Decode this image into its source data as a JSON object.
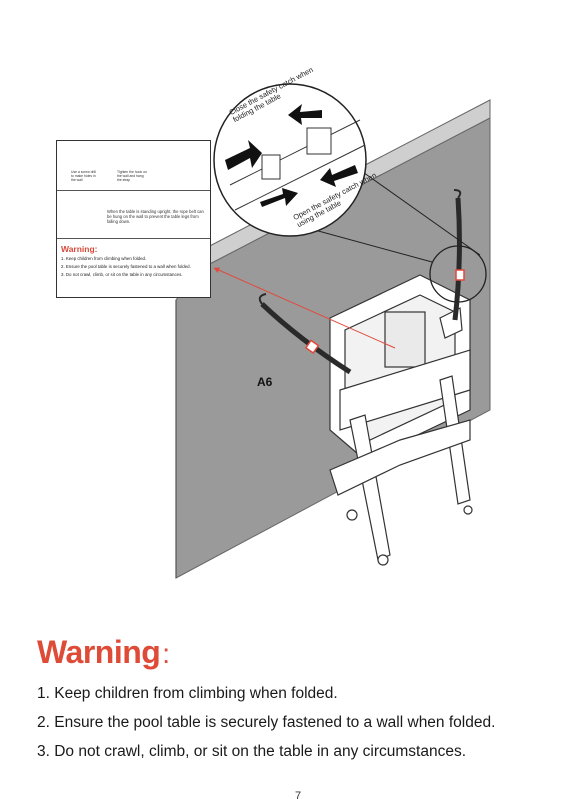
{
  "illustration": {
    "part_label": "A6",
    "callout_top": "Close the safety catch when folding the table",
    "callout_bottom": "Open the safety catch when using the table",
    "label_box": {
      "caption_drill": "Use a screw drill to make holes in the wall",
      "caption_hook": "Tighten the hook on the wall and hang the strap",
      "row2_text": "When the table is standing upright, the rope belt can be hung on the wall to prevent the table legs from falling down.",
      "warning_title": "Warning:",
      "warning_items": [
        "1. Keep children from climbing when folded.",
        "2. Ensure the pool table is securely fastened to a wall when folded.",
        "3. Do not crawl, climb, or sit on the table in any circumstances."
      ]
    }
  },
  "warning": {
    "title": "Warning",
    "colon": ":",
    "items": [
      "1. Keep children from climbing when folded.",
      "2. Ensure the pool table is securely fastened to a wall when folded.",
      "3. Do not crawl, climb, or sit on the table in any circumstances."
    ]
  },
  "page_number": "7",
  "colors": {
    "warning_red": "#de4b37",
    "wall_gray": "#999999",
    "guide_red": "#e04a3c"
  }
}
